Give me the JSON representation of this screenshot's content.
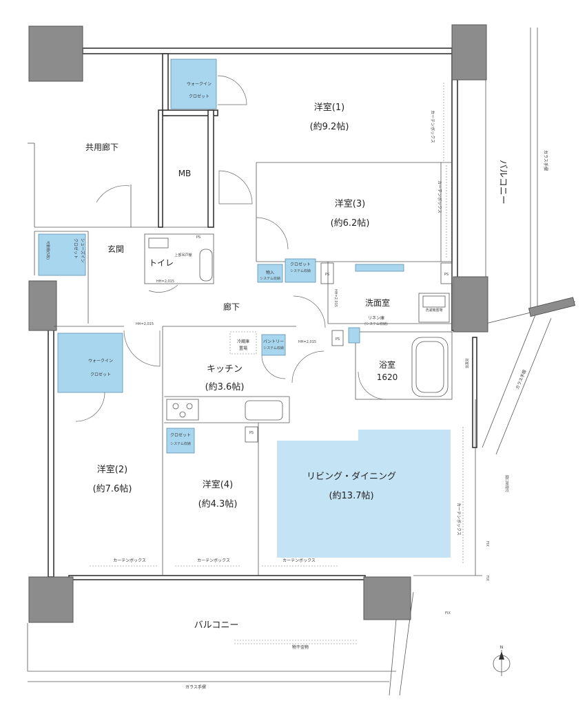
{
  "rooms": {
    "western1_name": "洋室(1)",
    "western1_size": "(約9.2帖)",
    "western2_name": "洋室(2)",
    "western2_size": "(約7.6帖)",
    "western3_name": "洋室(3)",
    "western3_size": "(約6.2帖)",
    "western4_name": "洋室(4)",
    "western4_size": "(約4.3帖)",
    "living_name": "リビング・ダイニング",
    "living_size": "(約13.7帖)",
    "kitchen_name": "キッチン",
    "kitchen_size": "(約3.6帖)",
    "bath_name": "浴室",
    "bath_size": "1620",
    "washroom": "洗面室",
    "toilet": "トイレ",
    "entrance": "玄関",
    "hallway": "廊下",
    "common_corridor": "共用廊下",
    "mb": "MB"
  },
  "storage": {
    "walkin_top_1": "ウォークイン",
    "walkin_top_2": "クロゼット",
    "walkin_left_1": "ウォークイン",
    "walkin_left_2": "クロゼット",
    "shoes_in_1": "シューズイン",
    "shoes_in_2": "クロゼット",
    "shoes_sub": "可動棚(5枚)",
    "storage_in": "物入",
    "storage_in_sub": "システム収納",
    "closet_hall": "クロゼット",
    "closet_hall_sub": "システム収納",
    "linen": "リネン庫",
    "linen_sub": "(システム収納)",
    "pantry": "パントリー",
    "pantry_sub": "システム収納",
    "closet_room4": "クロゼット",
    "closet_room4_sub": "システム収納",
    "fridge_1": "冷蔵庫",
    "fridge_2": "置場"
  },
  "annotations": {
    "curtain_box": "カーテンボックス",
    "balcony_right": "バルコニー",
    "balcony_bottom": "バルコニー",
    "glass_rail": "ガラス手摺",
    "clothes_hanger": "物干金物",
    "hh_toilet": "HH=2,015",
    "hh_hall": "HH=2,015",
    "hh_kitchen": "HH=2,015",
    "hh_wash": "HH=2,015",
    "ps": "PS",
    "toilet_shelf": "上部吊戸棚",
    "fix": "FIX",
    "sink_window": "浴室窓",
    "washer": "洗濯機置場",
    "window_note": "開口制限付",
    "north": "N"
  },
  "colors": {
    "storage_blue": "#a9d6ef",
    "living_blue": "#c4e3f4",
    "column_gray": "#8c8c8c"
  }
}
